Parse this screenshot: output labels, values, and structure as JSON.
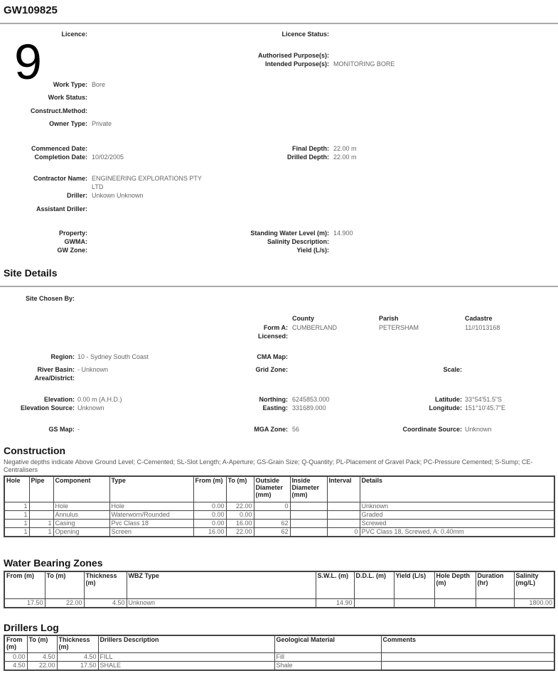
{
  "header": {
    "title": "GW109825",
    "number": "9"
  },
  "summary": {
    "licence": {
      "label": "Licence:",
      "value": ""
    },
    "licence_status": {
      "label": "Licence Status:",
      "value": ""
    },
    "authorised_purpose": {
      "label": "Authorised Purpose(s):",
      "value": ""
    },
    "intended_purpose": {
      "label": "Intended Purpose(s):",
      "value": "MONITORING BORE"
    },
    "work_type": {
      "label": "Work Type:",
      "value": "Bore"
    },
    "work_status": {
      "label": "Work Status:",
      "value": ""
    },
    "construct_method": {
      "label": "Construct.Method:",
      "value": ""
    },
    "owner_type": {
      "label": "Owner Type:",
      "value": "Private"
    },
    "commenced_date": {
      "label": "Commenced Date:",
      "value": ""
    },
    "completion_date": {
      "label": "Completion Date:",
      "value": "10/02/2005"
    },
    "final_depth": {
      "label": "Final Depth:",
      "value": "22.00 m"
    },
    "drilled_depth": {
      "label": "Drilled Depth:",
      "value": "22.00 m"
    },
    "contractor_name": {
      "label": "Contractor Name:",
      "value": "ENGINEERING EXPLORATIONS PTY",
      "value2": "LTD"
    },
    "driller": {
      "label": "Driller:",
      "value": "Unkown Unknown"
    },
    "assistant_driller": {
      "label": "Assistant Driller:",
      "value": ""
    },
    "property": {
      "label": "Property:",
      "value": ""
    },
    "gwma": {
      "label": "GWMA:",
      "value": ""
    },
    "gw_zone": {
      "label": "GW Zone:",
      "value": ""
    },
    "standing_water_level": {
      "label": "Standing Water Level (m):",
      "value": "14.900"
    },
    "salinity_description": {
      "label": "Salinity Description:",
      "value": ""
    },
    "yield": {
      "label": "Yield (L/s):",
      "value": ""
    }
  },
  "site": {
    "heading": "Site Details",
    "site_chosen_by": {
      "label": "Site Chosen By:",
      "value": ""
    },
    "county_header": "County",
    "parish_header": "Parish",
    "cadastre_header": "Cadastre",
    "form_a": {
      "label": "Form A:",
      "county": "CUMBERLAND",
      "parish": "PETERSHAM",
      "cadastre": "11//1013168"
    },
    "licensed": {
      "label": "Licensed:"
    },
    "region": {
      "label": "Region:",
      "value": "10 - Sydney South Coast"
    },
    "cma_map": {
      "label": "CMA Map:",
      "value": ""
    },
    "river_basin": {
      "label": "River Basin:",
      "value": "- Unknown"
    },
    "area_district": {
      "label": "Area/District:",
      "value": ""
    },
    "grid_zone": {
      "label": "Grid Zone:",
      "value": ""
    },
    "scale": {
      "label": "Scale:",
      "value": ""
    },
    "elevation": {
      "label": "Elevation:",
      "value": "0.00 m (A.H.D.)"
    },
    "elevation_source": {
      "label": "Elevation Source:",
      "value": "Unknown"
    },
    "northing": {
      "label": "Northing:",
      "value": "6245853.000"
    },
    "easting": {
      "label": "Easting:",
      "value": "331689.000"
    },
    "latitude": {
      "label": "Latitude:",
      "value": "33°54'51.5\"S"
    },
    "longitude": {
      "label": "Longitude:",
      "value": "151°10'45.7\"E"
    },
    "gs_map": {
      "label": "GS Map:",
      "value": "-"
    },
    "mga_zone": {
      "label": "MGA Zone:",
      "value": "56"
    },
    "coordinate_source": {
      "label": "Coordinate Source:",
      "value": "Unknown"
    }
  },
  "construction": {
    "heading": "Construction",
    "note": "Negative depths indicate Above Ground Level; C-Cemented; SL-Slot Length; A-Aperture; GS-Grain Size; Q-Quantity; PL-Placement of Gravel Pack; PC-Pressure Cemented; S-Sump; CE-Centralisers",
    "columns": [
      "Hole",
      "Pipe",
      "Component",
      "Type",
      "From (m)",
      "To (m)",
      "Outside Diameter (mm)",
      "Inside Diameter (mm)",
      "Interval",
      "Details"
    ],
    "rows": [
      [
        "1",
        "",
        "Hole",
        "Hole",
        "0.00",
        "22.00",
        "0",
        "",
        "",
        "Unknown"
      ],
      [
        "1",
        "",
        "Annulus",
        "Waterworn/Rounded",
        "0.00",
        "0.00",
        "",
        "",
        "",
        "Graded"
      ],
      [
        "1",
        "1",
        "Casing",
        "Pvc Class 18",
        "0.00",
        "16.00",
        "62",
        "",
        "",
        "Screwed"
      ],
      [
        "1",
        "1",
        "Opening",
        "Screen",
        "16.00",
        "22.00",
        "62",
        "",
        "0",
        "PVC Class 18, Screwed, A: 0.40mm"
      ]
    ]
  },
  "water_bearing_zones": {
    "heading": "Water Bearing Zones",
    "columns": [
      "From (m)",
      "To (m)",
      "Thickness (m)",
      "WBZ Type",
      "S.W.L. (m)",
      "D.D.L. (m)",
      "Yield (L/s)",
      "Hole Depth (m)",
      "Duration (hr)",
      "Salinity (mg/L)"
    ],
    "rows": [
      [
        "17.50",
        "22.00",
        "4.50",
        "Unknown",
        "14.90",
        "",
        "",
        "",
        "",
        "1800.00"
      ]
    ]
  },
  "drillers_log": {
    "heading": "Drillers Log",
    "columns": [
      "From (m)",
      "To (m)",
      "Thickness (m)",
      "Drillers Description",
      "Geological Material",
      "Comments"
    ],
    "rows": [
      [
        "0.00",
        "4.50",
        "4.50",
        "FILL",
        "Fill",
        ""
      ],
      [
        "4.50",
        "22.00",
        "17.50",
        "SHALE",
        "Shale",
        ""
      ]
    ]
  }
}
